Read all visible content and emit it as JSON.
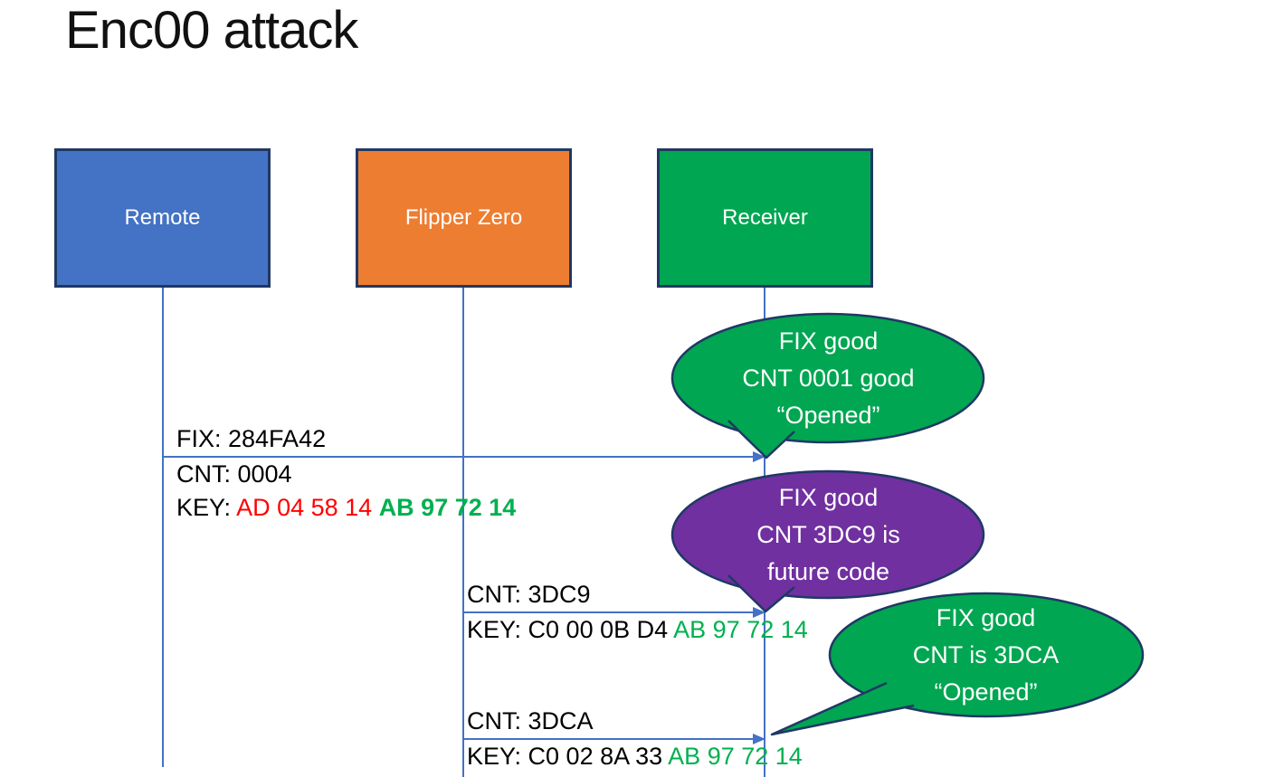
{
  "title": "Enc00 attack",
  "colors": {
    "box_blue": "#4472C4",
    "box_orange": "#ED7D31",
    "box_green": "#00A651",
    "bubble_green": "#00A651",
    "bubble_purple": "#7030A0",
    "border_dark": "#203864",
    "connector_blue": "#4472C4",
    "text_red": "#FF0000",
    "text_green": "#00B050",
    "text_black": "#000000"
  },
  "actors": [
    {
      "id": "remote",
      "label": "Remote"
    },
    {
      "id": "flipper",
      "label": "Flipper Zero"
    },
    {
      "id": "receiver",
      "label": "Receiver"
    }
  ],
  "messages": [
    {
      "from": "Remote",
      "to": "Receiver",
      "above": [
        [
          {
            "t": "FIX: 284FA42"
          }
        ]
      ],
      "below": [
        [
          {
            "t": "CNT: 0004"
          }
        ],
        [
          {
            "t": "KEY: "
          },
          {
            "t": "AD 04 58 14 ",
            "c": "#FF0000"
          },
          {
            "t": "AB 97 72 14",
            "c": "#00B050",
            "b": true
          }
        ]
      ]
    },
    {
      "from": "Flipper Zero",
      "to": "Receiver",
      "above": [
        [
          {
            "t": "CNT: 3DC9"
          }
        ]
      ],
      "below": [
        [
          {
            "t": "KEY: C0 00 0B D4 "
          },
          {
            "t": "AB 97 72 14",
            "c": "#00B050"
          }
        ]
      ]
    },
    {
      "from": "Flipper Zero",
      "to": "Receiver",
      "above": [
        [
          {
            "t": "CNT: 3DCA"
          }
        ]
      ],
      "below": [
        [
          {
            "t": "KEY: C0 02 8A 33 "
          },
          {
            "t": "AB 97 72 14",
            "c": "#00B050"
          }
        ]
      ]
    }
  ],
  "bubbles": [
    {
      "color": "#00A651",
      "lines": [
        "FIX good",
        "CNT 0001 good",
        "“Opened”"
      ]
    },
    {
      "color": "#7030A0",
      "lines": [
        "FIX good",
        "CNT 3DC9 is",
        "future code"
      ]
    },
    {
      "color": "#00A651",
      "lines": [
        "FIX good",
        "CNT is 3DCA",
        "“Opened”"
      ]
    }
  ]
}
